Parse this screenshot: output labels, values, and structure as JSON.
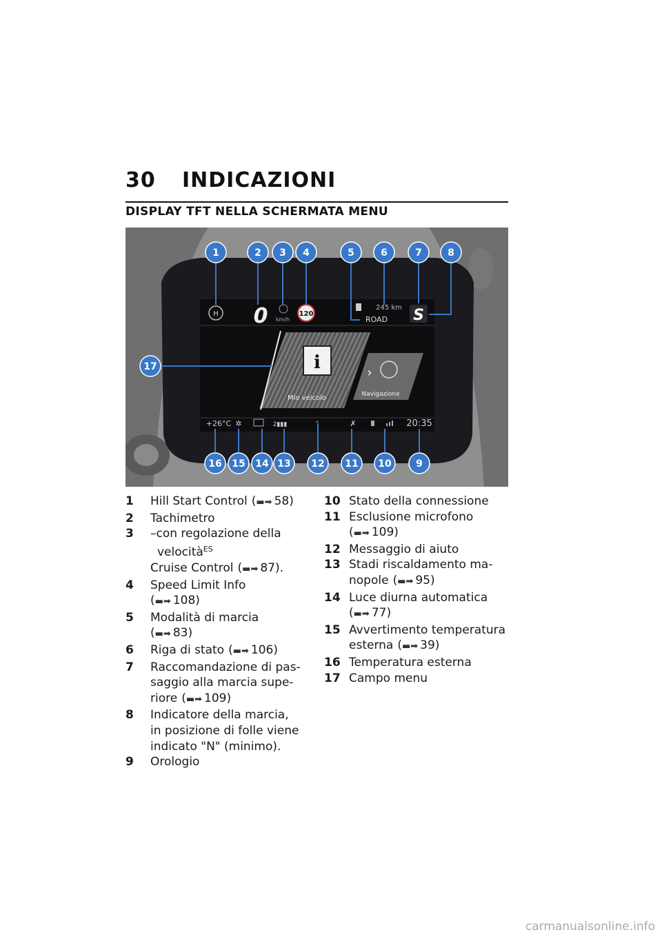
{
  "header": {
    "page_number": "30",
    "chapter": "INDICAZIONI"
  },
  "section_title": "DISPLAY TFT NELLA SCHERMATA MENU",
  "display": {
    "speed": "0",
    "speed_unit": "km/h",
    "speed_limit": "120",
    "range": "245 km",
    "mode": "ROAD",
    "gear_indicator": "S",
    "menu_left": "Mio veicolo",
    "menu_right": "Navigazione",
    "temperature": "+26°C",
    "clock": "20:35",
    "callouts": [
      "1",
      "2",
      "3",
      "4",
      "5",
      "6",
      "7",
      "8",
      "9",
      "10",
      "11",
      "12",
      "13",
      "14",
      "15",
      "16",
      "17"
    ]
  },
  "legend_left": [
    {
      "num": "1",
      "lines": [
        "Hill Start Control"
      ],
      "ref": "58)"
    },
    {
      "num": "2",
      "lines": [
        "Tachimetro"
      ],
      "ref": ""
    },
    {
      "num": "3",
      "lines": [
        "–con regolazione della",
        "velocità",
        "Cruise Control"
      ],
      "sup": "ES",
      "ref": "87)."
    },
    {
      "num": "4",
      "lines": [
        "Speed Limit Info"
      ],
      "ref": "108)"
    },
    {
      "num": "5",
      "lines": [
        "Modalità di marcia"
      ],
      "ref": "83)"
    },
    {
      "num": "6",
      "lines": [
        "Riga di stato"
      ],
      "ref": "106)"
    },
    {
      "num": "7",
      "lines": [
        "Raccomandazione di pas-",
        "saggio alla marcia supe-",
        "riore"
      ],
      "ref": "109)"
    },
    {
      "num": "8",
      "lines": [
        "Indicatore della marcia,",
        "in posizione di folle viene",
        "indicato \"N\" (minimo)."
      ],
      "ref": ""
    },
    {
      "num": "9",
      "lines": [
        "Orologio"
      ],
      "ref": ""
    }
  ],
  "legend_right": [
    {
      "num": "10",
      "lines": [
        "Stato della connessione"
      ],
      "ref": ""
    },
    {
      "num": "11",
      "lines": [
        "Esclusione microfono"
      ],
      "ref": "109)"
    },
    {
      "num": "12",
      "lines": [
        "Messaggio di aiuto"
      ],
      "ref": ""
    },
    {
      "num": "13",
      "lines": [
        "Stadi riscaldamento ma-",
        "nopole"
      ],
      "ref": "95)"
    },
    {
      "num": "14",
      "lines": [
        "Luce diurna automatica"
      ],
      "ref": "77)"
    },
    {
      "num": "15",
      "lines": [
        "Avvertimento temperatura",
        "esterna"
      ],
      "ref": "39)"
    },
    {
      "num": "16",
      "lines": [
        "Temperatura esterna"
      ],
      "ref": ""
    },
    {
      "num": "17",
      "lines": [
        "Campo menu"
      ],
      "ref": ""
    }
  ],
  "colors": {
    "callout": "#3a78c9",
    "screen": "#0d0d10"
  },
  "watermark": "carmanualsonline.info"
}
